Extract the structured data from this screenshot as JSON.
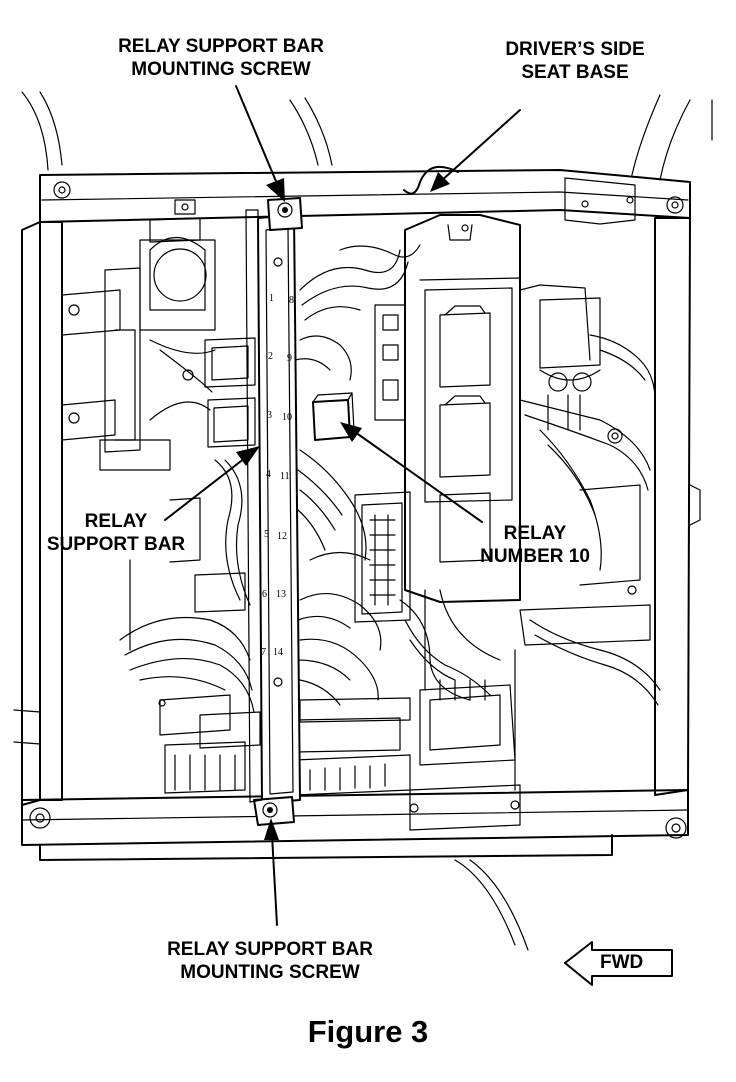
{
  "labels": {
    "top_screw": [
      "RELAY SUPPORT BAR",
      "MOUNTING SCREW"
    ],
    "seat_base": [
      "DRIVER’S SIDE",
      "SEAT BASE"
    ],
    "support_bar": [
      "RELAY",
      "SUPPORT BAR"
    ],
    "relay_10": [
      "RELAY",
      "NUMBER 10"
    ],
    "bottom_screw": [
      "RELAY SUPPORT BAR",
      "MOUNTING SCREW"
    ],
    "fwd": "FWD"
  },
  "relay_slots": {
    "left": [
      "1",
      "2",
      "3",
      "4",
      "5",
      "6",
      "7"
    ],
    "right": [
      "8",
      "9",
      "10",
      "11",
      "12",
      "13",
      "14"
    ]
  },
  "caption": "Figure 3"
}
